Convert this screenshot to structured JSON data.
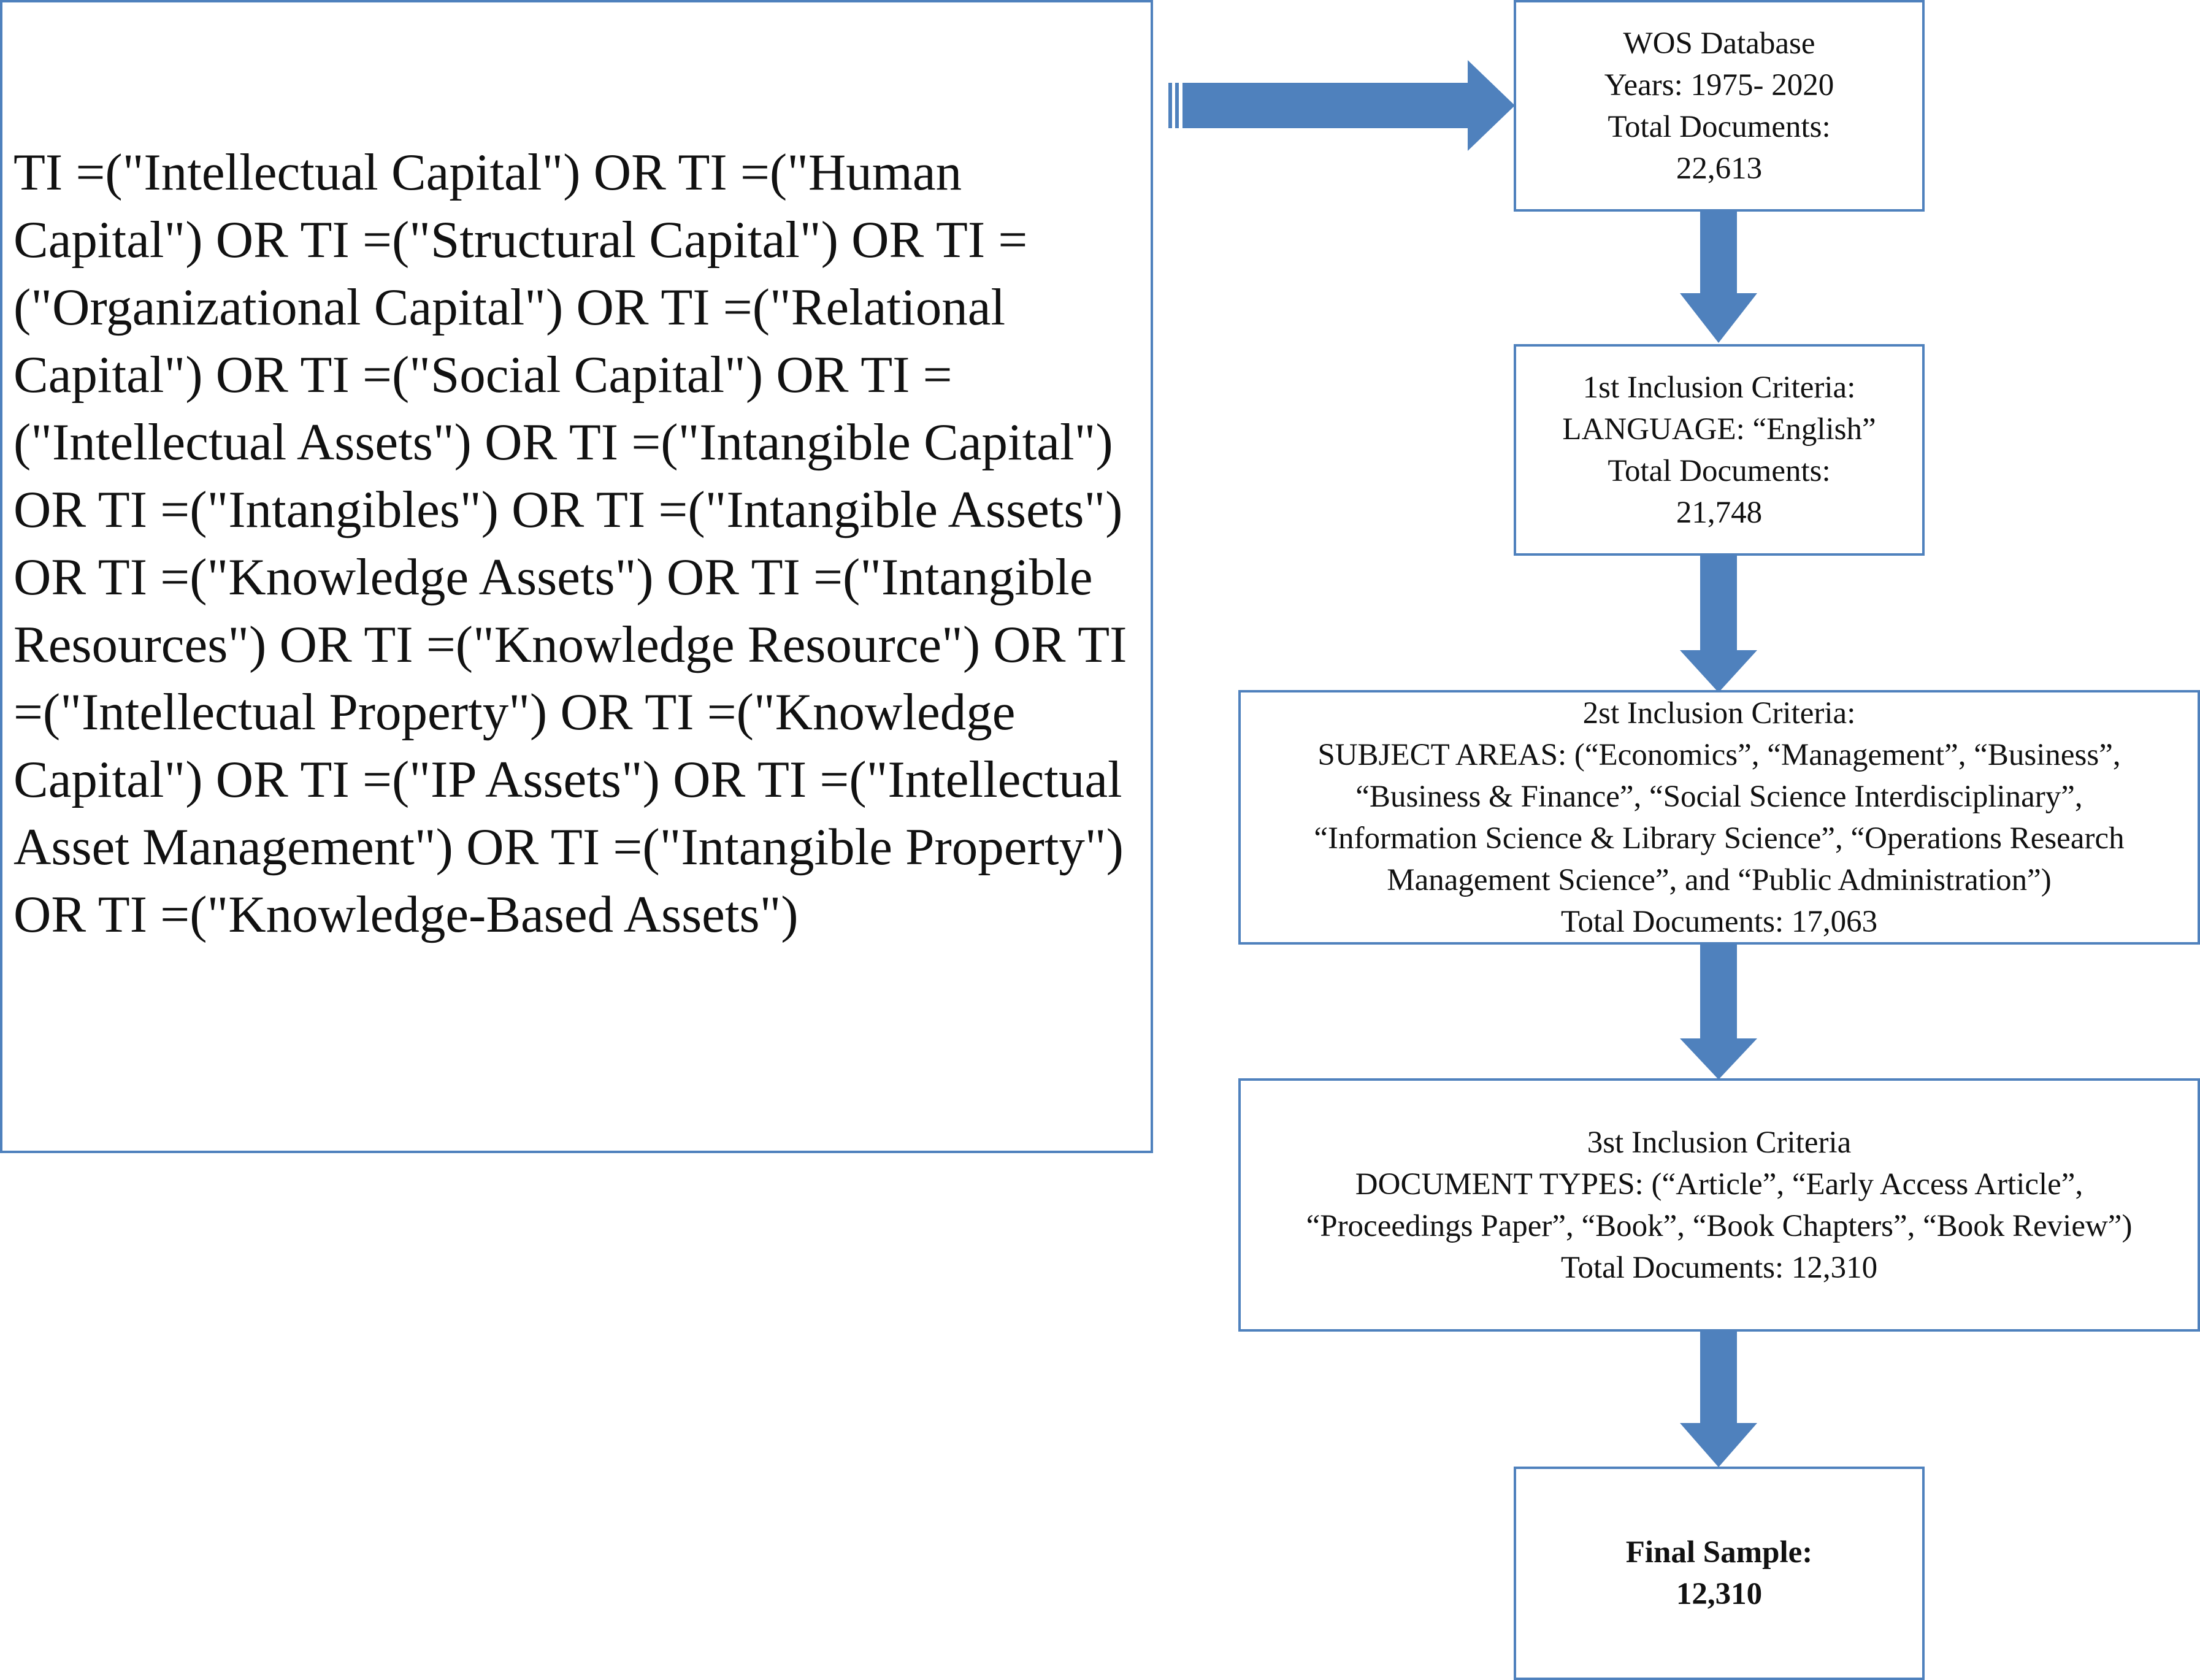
{
  "query": {
    "text": "TI =(\"Intellectual Capital\") OR TI =(\"Human Capital\") OR TI =(\"Structural Capital\") OR TI =(\"Organizational Capital\") OR TI =(\"Relational Capital\") OR TI =(\"Social Capital\") OR TI =(\"Intellectual Assets\") OR TI =(\"Intangible Capital\") OR TI =(\"Intangibles\") OR TI =(\"Intangible Assets\") OR TI =(\"Knowledge Assets\") OR TI =(\"Intangible Resources\") OR TI =(\"Knowledge Resource\") OR TI =(\"Intellectual Property\") OR TI =(\"Knowledge Capital\") OR TI =(\"IP Assets\") OR TI =(\"Intellectual Asset Management\") OR TI =(\"Intangible Property\") OR TI =(\"Knowledge-Based Assets\")"
  },
  "flow": {
    "database": {
      "lines": [
        "WOS Database",
        "Years: 1975- 2020",
        "Total Documents:",
        "22,613"
      ]
    },
    "criteria1": {
      "lines": [
        "1st Inclusion Criteria:",
        "LANGUAGE: “English”",
        "Total Documents:",
        "21,748"
      ]
    },
    "criteria2": {
      "lines": [
        "2st Inclusion Criteria:",
        "SUBJECT AREAS: (“Economics”, “Management”, “Business”,",
        "“Business & Finance”, “Social Science Interdisciplinary”,",
        "“Information Science & Library Science”, “Operations Research",
        "Management Science”, and “Public Administration”)",
        "Total Documents: 17,063"
      ]
    },
    "criteria3": {
      "lines": [
        "3st Inclusion Criteria",
        "DOCUMENT TYPES: (“Article”, “Early Access Article”,",
        "“Proceedings Paper”, “Book”, “Book Chapters”, “Book Review”)",
        "Total Documents: 12,310"
      ]
    },
    "final": {
      "lines": [
        "Final Sample:",
        "12,310"
      ]
    }
  },
  "colors": {
    "arrow": "#4f81bd",
    "border": "#4f81bd"
  }
}
